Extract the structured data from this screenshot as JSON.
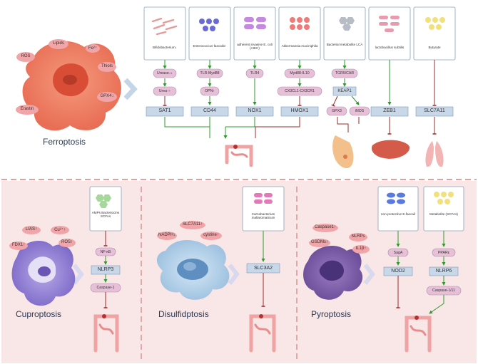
{
  "ferroptosis": {
    "title": "Ferroptosis",
    "cell_tags": [
      "ROS",
      "Lipids",
      "Fe²⁺",
      "Thiols",
      "GPX4↓",
      "Erastin"
    ],
    "cards": [
      "Bifidobacterium↓",
      "Enterococcus faecalis↑",
      "adherent invasive E. coli (AIEC)",
      "Akkermansia muciniphila",
      "Bacterial metabolite LCA",
      "lactobacillus subtilis",
      "Butyrate"
    ],
    "row1": [
      "Urease↓↓",
      "TLR-Myd88",
      "TLR4",
      "Myd88-IL10",
      "TGR5/CAR"
    ],
    "row2": [
      "Urea↑↑",
      "OPN↑",
      "CX3CL1-CX3CR1",
      "KEAP1"
    ],
    "targets": [
      "SAT1",
      "CD44",
      "NOX1",
      "HMOX1",
      "GPX3",
      "iNOS",
      "ZEB1",
      "SLC7A11"
    ]
  },
  "cuproptosis": {
    "title": "Cuproptosis",
    "cell_tags": [
      "LIAS↑",
      "Cu²⁺↑",
      "FDX1↑",
      "ROS↑"
    ],
    "card": "AMPs Bacteriocins SCFAs",
    "chain": [
      "NF-κB",
      "NLRP3",
      "Caspase-1"
    ]
  },
  "disulfidptosis": {
    "title": "Disulfidptosis",
    "cell_tags": [
      "SLC7A11↑",
      "NADPH↓",
      "cystine↑"
    ],
    "card": "Carnobacterium maltaromaticum",
    "target": "SLC3A2"
  },
  "pyroptosis": {
    "title": "Pyroptosis",
    "cell_tags": [
      "Caspase1↑",
      "NLRPs",
      "GSDMs↑",
      "IL1β↑"
    ],
    "cards": [
      "non-protective E.faecali",
      "Metabolite (SCFAs)"
    ],
    "chain_left": [
      "SagA",
      "NOD2"
    ],
    "chain_right": [
      "PPARε",
      "NLRP6",
      "Caspase-1/11"
    ]
  },
  "colors": {
    "pink_bg": "#f9e6e6",
    "node_blue": "#c8d8e8",
    "node_pink": "#e7bfd7",
    "activate_green": "#2e9a2e",
    "inhibit_red": "#9b2b2b",
    "tag_pink": "#f1a5a8"
  }
}
